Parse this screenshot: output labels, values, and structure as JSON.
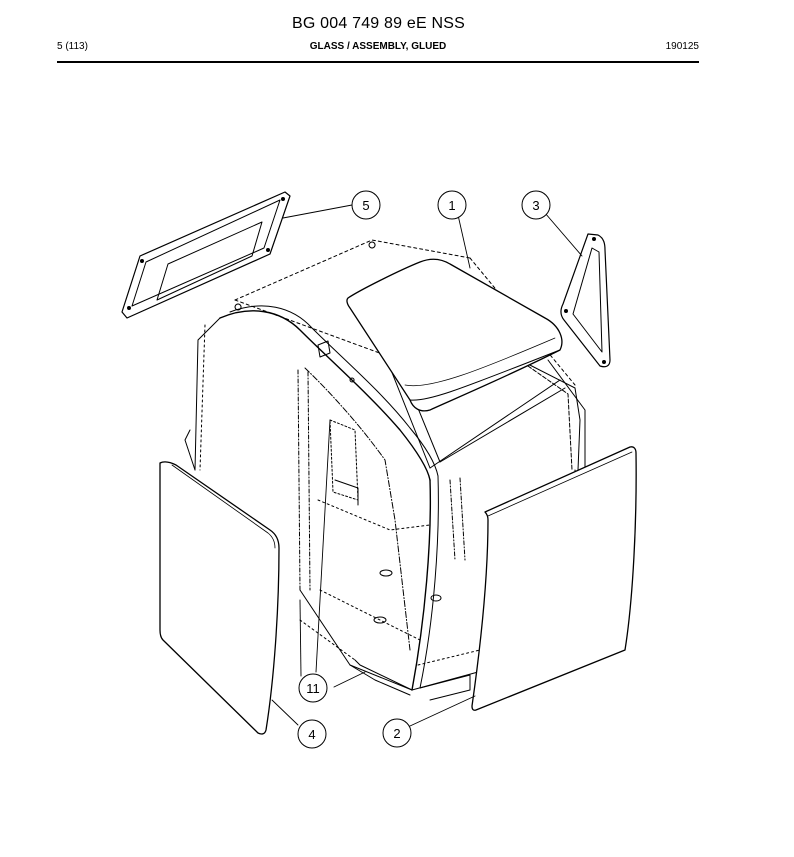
{
  "header": {
    "document_code": "BG 004 749 89 eE NSS",
    "page": "5 (113)",
    "section_title": "GLASS / ASSEMBLY, GLUED",
    "date_code": "190125"
  },
  "callouts": [
    {
      "id": "callout-5",
      "label": "5"
    },
    {
      "id": "callout-1",
      "label": "1"
    },
    {
      "id": "callout-3",
      "label": "3"
    },
    {
      "id": "callout-11",
      "label": "11"
    },
    {
      "id": "callout-4",
      "label": "4"
    },
    {
      "id": "callout-2",
      "label": "2"
    }
  ]
}
